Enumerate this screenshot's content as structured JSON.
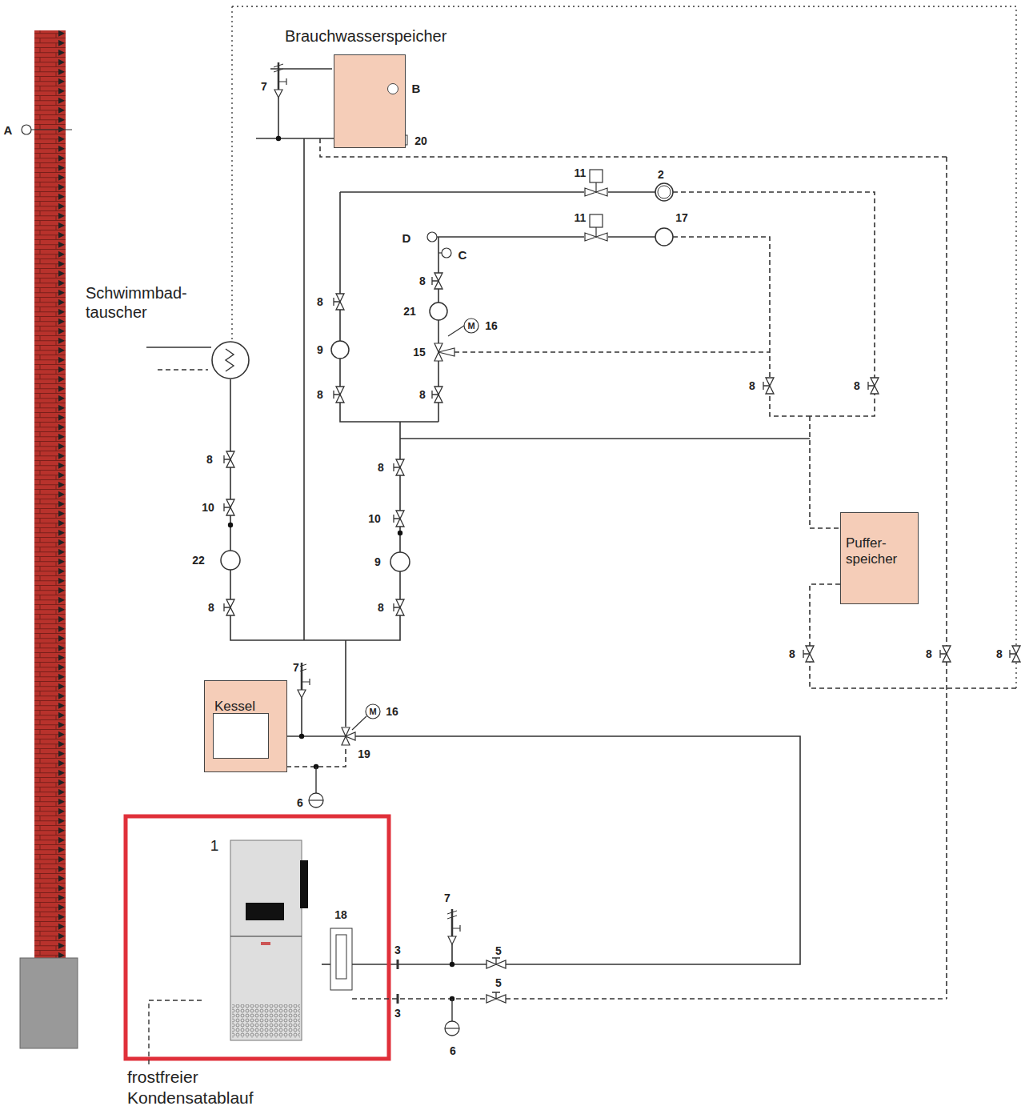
{
  "diagram": {
    "nodes": [
      {
        "text": [
          "Brauchwasserspeicher"
        ]
      },
      {
        "text": [
          "Schwimmbad- tauscher"
        ]
      },
      {
        "text": [
          "Puffer- speicher"
        ]
      },
      {
        "text": [
          "Kessel"
        ]
      }
    ],
    "labels": [
      "A",
      "B",
      "20",
      "7",
      "11",
      "2",
      "11",
      "17",
      "D",
      "C",
      "8",
      "8",
      "21",
      "M",
      "16",
      "9",
      "15",
      "8",
      "8",
      "8",
      "8",
      "8",
      "8",
      "10",
      "10",
      "22",
      "9",
      "8",
      "8",
      "8",
      "8",
      "8",
      "7",
      "M",
      "16",
      "19",
      "6",
      "1",
      "18",
      "7",
      "3",
      "5",
      "3",
      "5",
      "6",
      "frostfreier Kondensatablauf"
    ]
  }
}
